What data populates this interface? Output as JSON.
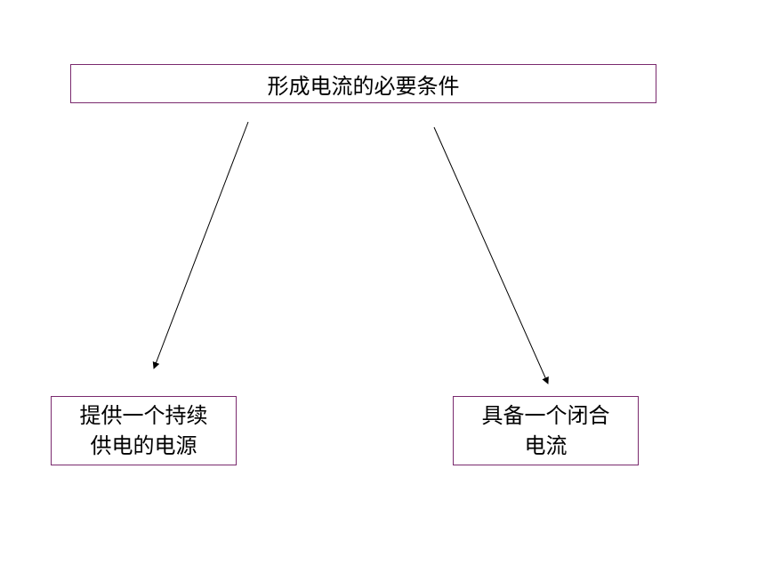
{
  "diagram": {
    "root": {
      "label": "形成电流的必要条件"
    },
    "children": [
      {
        "line1": "提供一个持续",
        "line2": "供电的电源"
      },
      {
        "line1": "具备一个闭合",
        "line2": "电流"
      }
    ]
  },
  "colors": {
    "box_border": "#7a2a6e",
    "text": "#000000",
    "arrow": "#000000"
  }
}
